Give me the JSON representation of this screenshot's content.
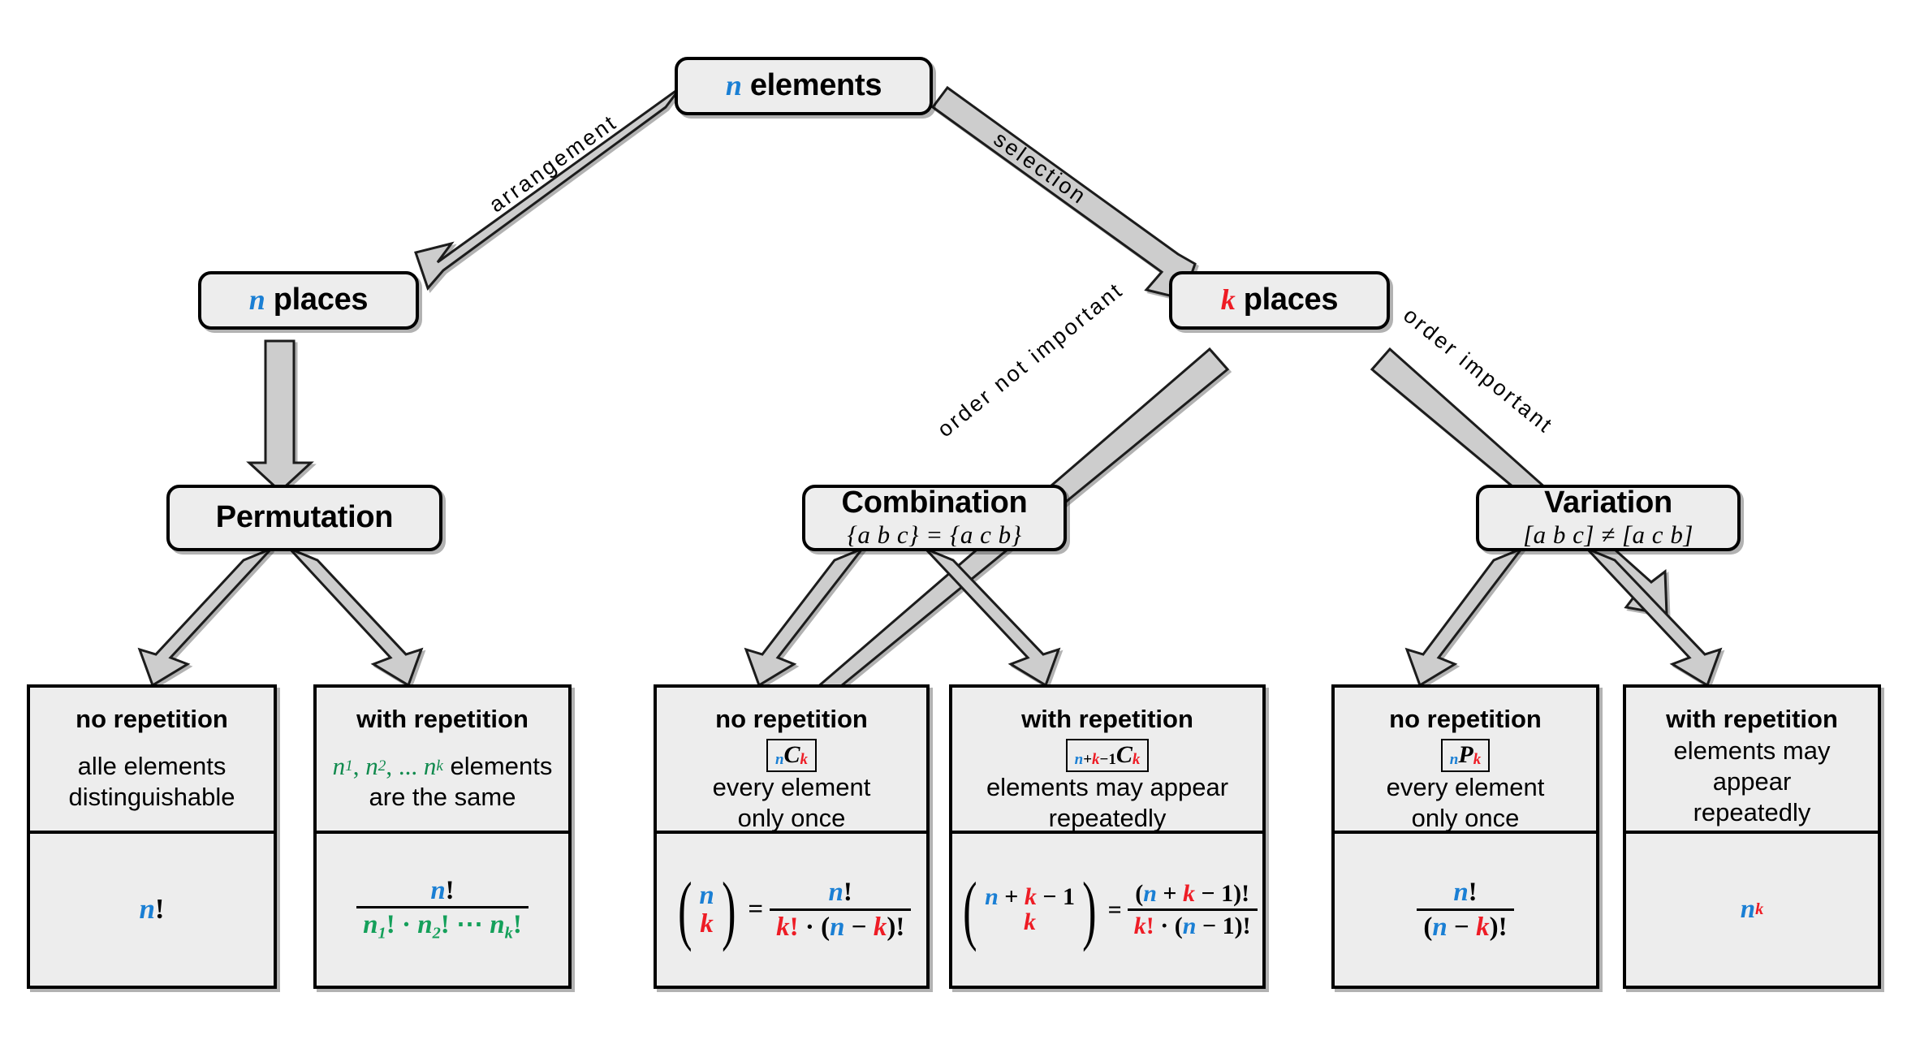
{
  "diagram": {
    "title": "Combinatorics decision tree",
    "colors": {
      "n": "#1a7fd4",
      "k": "#ee1c25",
      "green": "#14a05a",
      "node_fill": "#ededed",
      "border": "#000000"
    }
  },
  "nodes": {
    "root": {
      "label_var": "n",
      "label_text": "elements"
    },
    "n_places": {
      "label_var": "n",
      "label_text": "places"
    },
    "k_places": {
      "label_var": "k",
      "label_text": "places"
    },
    "permutation": {
      "title": "Permutation",
      "sub": ""
    },
    "combination": {
      "title": "Combination",
      "sub": "{a b c} = {a c b}"
    },
    "variation": {
      "title": "Variation",
      "sub": "[a b c] ≠ [a c b]"
    }
  },
  "edges": {
    "arrangement": "arrangement",
    "selection": "selection",
    "order_not_important": "order not important",
    "order_important": "order important"
  },
  "leaves": [
    {
      "id": "perm-no-rep",
      "header": "no repetition",
      "symbol": "",
      "description": "alle elements\ndistinguishable",
      "formula": "n!"
    },
    {
      "id": "perm-with-rep",
      "header": "with repetition",
      "symbol": "",
      "description": "n₁, n₂, ... nₖ elements\nare the same",
      "formula": "n! / (n₁! · n₂! ⋯ nₖ!)"
    },
    {
      "id": "comb-no-rep",
      "header": "no repetition",
      "symbol": "nCk",
      "description": "every element\nonly once",
      "formula": "(n choose k) = n! / (k! · (n − k)!)"
    },
    {
      "id": "comb-with-rep",
      "header": "with repetition",
      "symbol": "n+k-1Ck",
      "description": "elements may appear\nrepeatedly",
      "formula": "(n + k − 1 choose k) = (n + k − 1)! / (k! · (n − 1)!)"
    },
    {
      "id": "var-no-rep",
      "header": "no repetition",
      "symbol": "nPk",
      "description": "every element\nonly once",
      "formula": "n! / (n − k)!"
    },
    {
      "id": "var-with-rep",
      "header": "with repetition",
      "symbol": "",
      "description": "elements may appear\nrepeatedly",
      "formula": "n^k"
    }
  ],
  "text": {
    "no_repetition": "no repetition",
    "with_repetition": "with repetition",
    "alle_elements": "alle elements",
    "distinguishable": "distinguishable",
    "are_the_same": "are the same",
    "elements_word": "elements",
    "every_element": "every element",
    "only_once": "only once",
    "elements_may_appear": "elements may appear",
    "repeatedly": "repeatedly"
  },
  "symbols": {
    "exclam": "!",
    "dot": "·",
    "minus": "−",
    "plus": "+",
    "equals": "=",
    "one": "1",
    "C": "C",
    "P": "P",
    "n": "n",
    "k": "k",
    "ellipsis": "⋯",
    "comma_ellipsis": ", ...",
    "lparen": "(",
    "rparen": ")",
    "sub1": "1",
    "sub2": "2"
  }
}
